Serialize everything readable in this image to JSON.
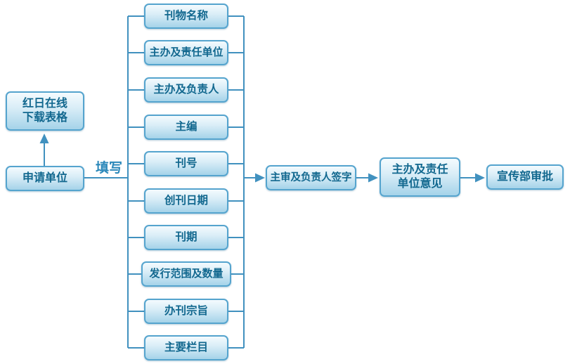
{
  "flowchart": {
    "download_box": {
      "label": "红日在线\n下载表格"
    },
    "apply_box": {
      "label": "申请单位"
    },
    "fill_edge_label": "填写",
    "field_boxes": [
      "刊物名称",
      "主办及责任单位",
      "主办及负责人",
      "主编",
      "刊号",
      "创刊日期",
      "刊期",
      "发行范围及数量",
      "办刊宗旨",
      "主要栏目"
    ],
    "sign_box": {
      "label": "主审及负责人签字"
    },
    "opinion_box": {
      "label": "主办及责任\n单位意见"
    },
    "approve_box": {
      "label": "宣传部审批"
    }
  },
  "colors": {
    "connector": "#4191bf",
    "box_border": "#55a4ce",
    "box_fill_top": "#f4fbfe",
    "box_fill_bottom": "#a5d3e9",
    "box_text": "#12688f",
    "edge_label_text": "#2b88ba",
    "background": "#ffffff"
  }
}
